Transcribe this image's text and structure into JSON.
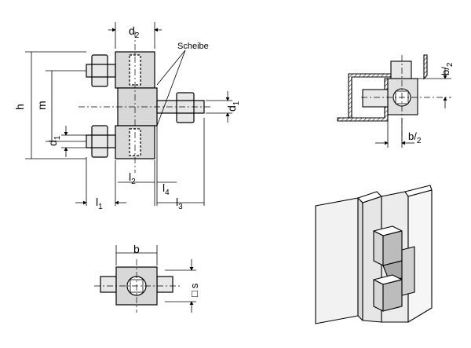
{
  "labels": {
    "d2": "d",
    "d2_sub": "2",
    "scheibe": "Scheibe",
    "h": "h",
    "m": "m",
    "d1_right": "d",
    "d1_right_sub": "1",
    "d1_left": "d",
    "d1_left_sub": "1",
    "l2": "l",
    "l2_sub": "2",
    "l4": "l",
    "l4_sub": "4",
    "l1": "l",
    "l1_sub": "1",
    "l3": "l",
    "l3_sub": "3",
    "b": "b",
    "s": "s",
    "s_prefix": "□",
    "b_half_top": "b/",
    "b_half_top_sub": "2",
    "b_half_bottom": "b/",
    "b_half_bottom_sub": "2"
  }
}
